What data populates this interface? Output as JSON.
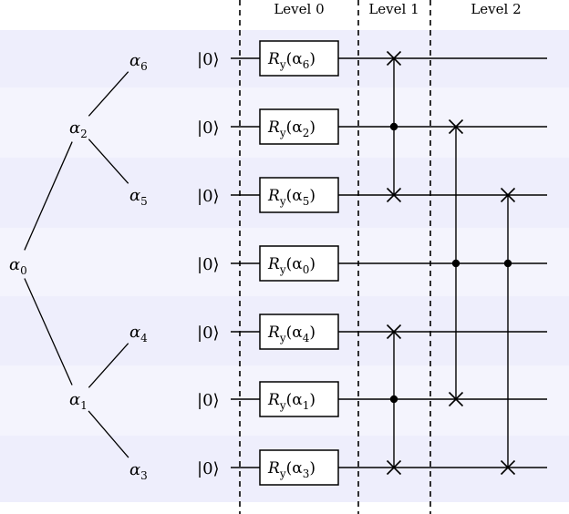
{
  "levels": [
    "Level 0",
    "Level 1",
    "Level 2"
  ],
  "ket": "|0⟩",
  "tree": {
    "nodes": [
      {
        "id": "a0",
        "base": "α",
        "sub": "0"
      },
      {
        "id": "a2",
        "base": "α",
        "sub": "2"
      },
      {
        "id": "a1",
        "base": "α",
        "sub": "1"
      },
      {
        "id": "a6",
        "base": "α",
        "sub": "6"
      },
      {
        "id": "a5",
        "base": "α",
        "sub": "5"
      },
      {
        "id": "a4",
        "base": "α",
        "sub": "4"
      },
      {
        "id": "a3",
        "base": "α",
        "sub": "3"
      }
    ],
    "edges": [
      [
        "a0",
        "a2"
      ],
      [
        "a0",
        "a1"
      ],
      [
        "a2",
        "a6"
      ],
      [
        "a2",
        "a5"
      ],
      [
        "a1",
        "a4"
      ],
      [
        "a1",
        "a3"
      ]
    ]
  },
  "wires": [
    {
      "gate_fn": "R",
      "gate_sub": "y",
      "arg": "α",
      "arg_sub": "6"
    },
    {
      "gate_fn": "R",
      "gate_sub": "y",
      "arg": "α",
      "arg_sub": "2"
    },
    {
      "gate_fn": "R",
      "gate_sub": "y",
      "arg": "α",
      "arg_sub": "5"
    },
    {
      "gate_fn": "R",
      "gate_sub": "y",
      "arg": "α",
      "arg_sub": "0"
    },
    {
      "gate_fn": "R",
      "gate_sub": "y",
      "arg": "α",
      "arg_sub": "4"
    },
    {
      "gate_fn": "R",
      "gate_sub": "y",
      "arg": "α",
      "arg_sub": "1"
    },
    {
      "gate_fn": "R",
      "gate_sub": "y",
      "arg": "α",
      "arg_sub": "3"
    }
  ],
  "controlled_swaps": [
    {
      "level": 1,
      "control": 1,
      "targets": [
        0,
        2
      ]
    },
    {
      "level": 1,
      "control": 5,
      "targets": [
        4,
        6
      ]
    },
    {
      "level": 2,
      "control": 3,
      "targets": [
        1,
        5
      ]
    },
    {
      "level": 2,
      "control": 3,
      "targets": [
        2,
        6
      ]
    }
  ],
  "colors": {
    "band": "#eeeefc",
    "line": "#000000"
  }
}
